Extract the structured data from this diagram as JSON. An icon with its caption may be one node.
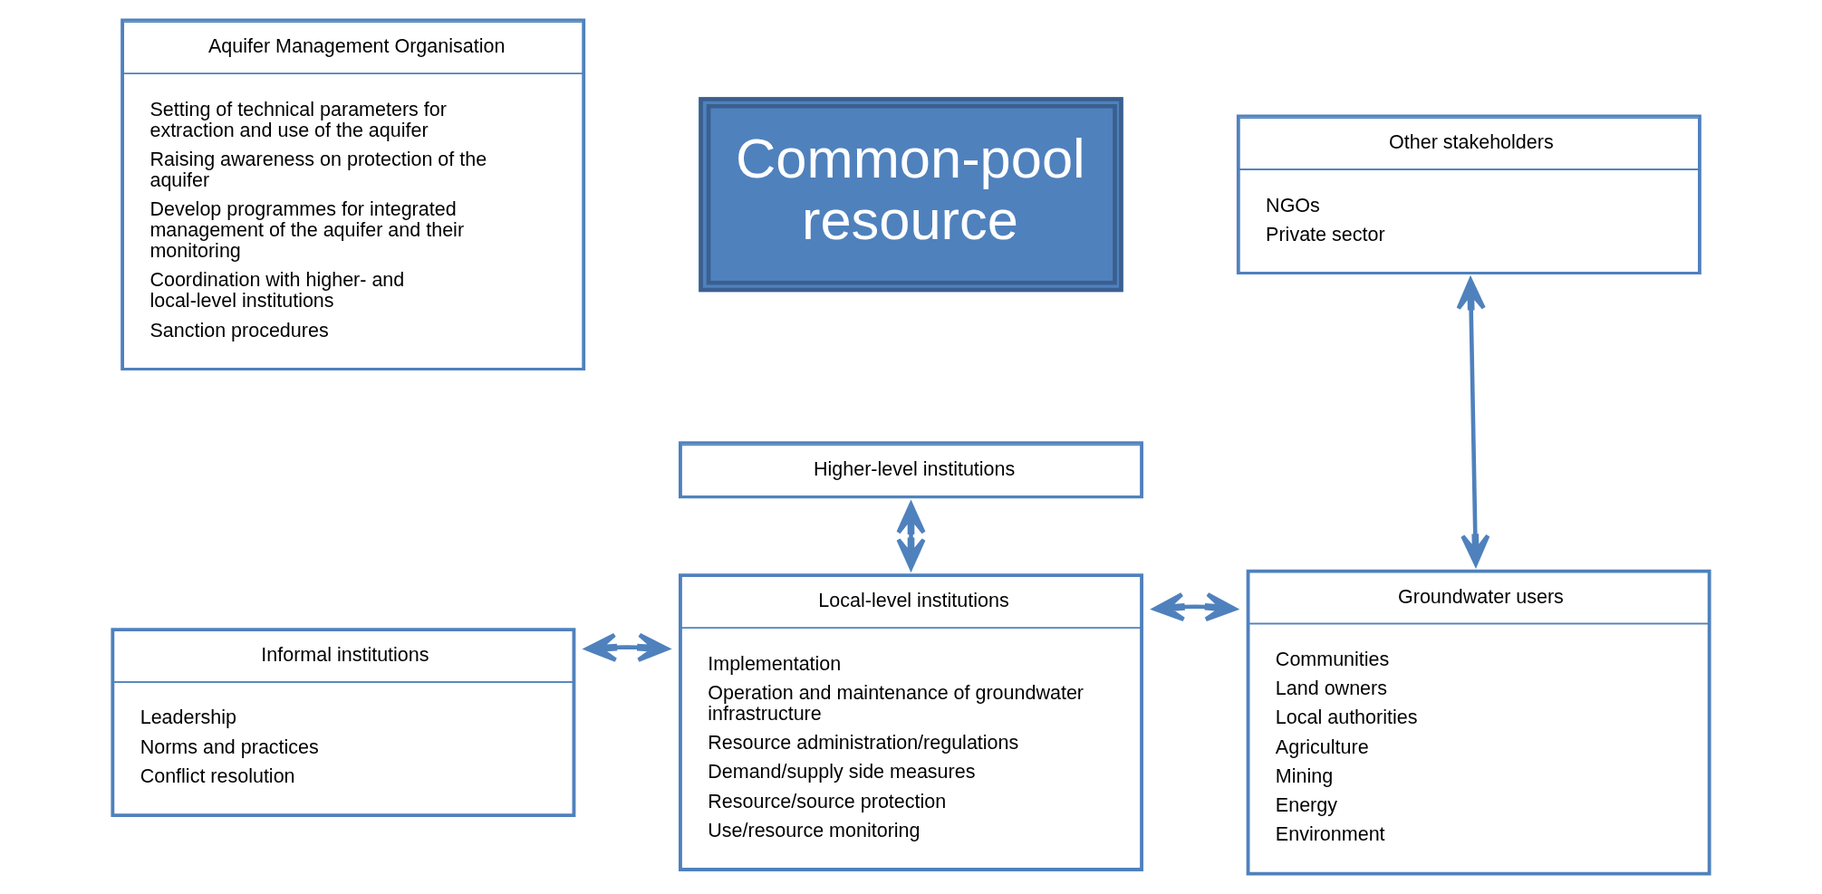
{
  "diagram": {
    "nodes": [
      {
        "text": [
          "Common-pool resource"
        ]
      },
      {
        "text": [
          "Aquifer Management Organisation",
          "Setting of technical parameters for extraction and use of the aquifer",
          "Raising awareness on protection of the aquifer",
          "Develop programmes for integrated management of the aquifer and their monitoring",
          "Coordination with higher- and local-level institutions",
          "Sanction procedures"
        ]
      },
      {
        "text": [
          "Higher-level institutions"
        ]
      },
      {
        "text": [
          "Other stakeholders",
          "NGOs",
          "Private sector"
        ]
      },
      {
        "text": [
          "Informal institutions",
          "Leadership",
          "Norms and practices",
          "Conflict resolution"
        ]
      },
      {
        "text": [
          "Local-level institutions",
          "Implementation",
          "Operation and maintenance of groundwater infrastructure",
          "Resource administration/regulations",
          "Demand/supply side measures",
          "Resource/source protection",
          "Use/resource monitoring"
        ]
      },
      {
        "text": [
          "Groundwater users",
          "Communities",
          "Land owners",
          "Local authorities",
          "Agriculture",
          "Mining",
          "Energy",
          "Environment"
        ]
      }
    ],
    "edges": [
      {
        "from": 2,
        "to": 5,
        "arrow": "both"
      },
      {
        "from": 3,
        "to": 6,
        "arrow": "both"
      },
      {
        "from": 4,
        "to": 5,
        "arrow": "both"
      },
      {
        "from": 5,
        "to": 6,
        "arrow": "both"
      }
    ]
  }
}
